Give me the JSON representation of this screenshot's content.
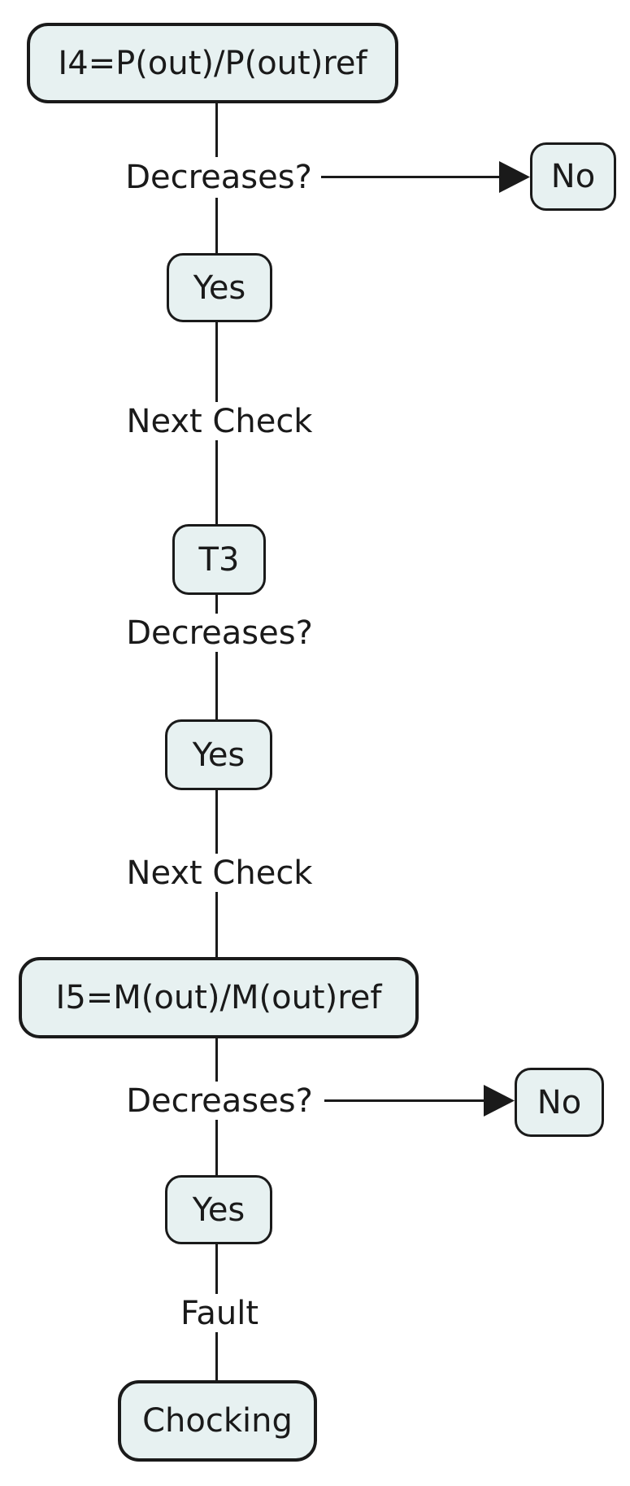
{
  "diagram": {
    "type": "flowchart",
    "colors": {
      "background": "#ffffff",
      "node_fill": "#e7f1f1",
      "stroke": "#1a1a1a"
    },
    "nodes": {
      "i4": {
        "label": "I4=P(out)/P(out)ref"
      },
      "no1": {
        "label": "No"
      },
      "yes1": {
        "label": "Yes"
      },
      "t3": {
        "label": "T3"
      },
      "yes2": {
        "label": "Yes"
      },
      "i5": {
        "label": "I5=M(out)/M(out)ref"
      },
      "no2": {
        "label": "No"
      },
      "yes3": {
        "label": "Yes"
      },
      "chocking": {
        "label": "Chocking"
      }
    },
    "edge_labels": {
      "decreases1": {
        "label": "Decreases?"
      },
      "next_check1": {
        "label": "Next Check"
      },
      "decreases2": {
        "label": "Decreases?"
      },
      "next_check2": {
        "label": "Next Check"
      },
      "decreases3": {
        "label": "Decreases?"
      },
      "fault": {
        "label": "Fault"
      }
    }
  }
}
